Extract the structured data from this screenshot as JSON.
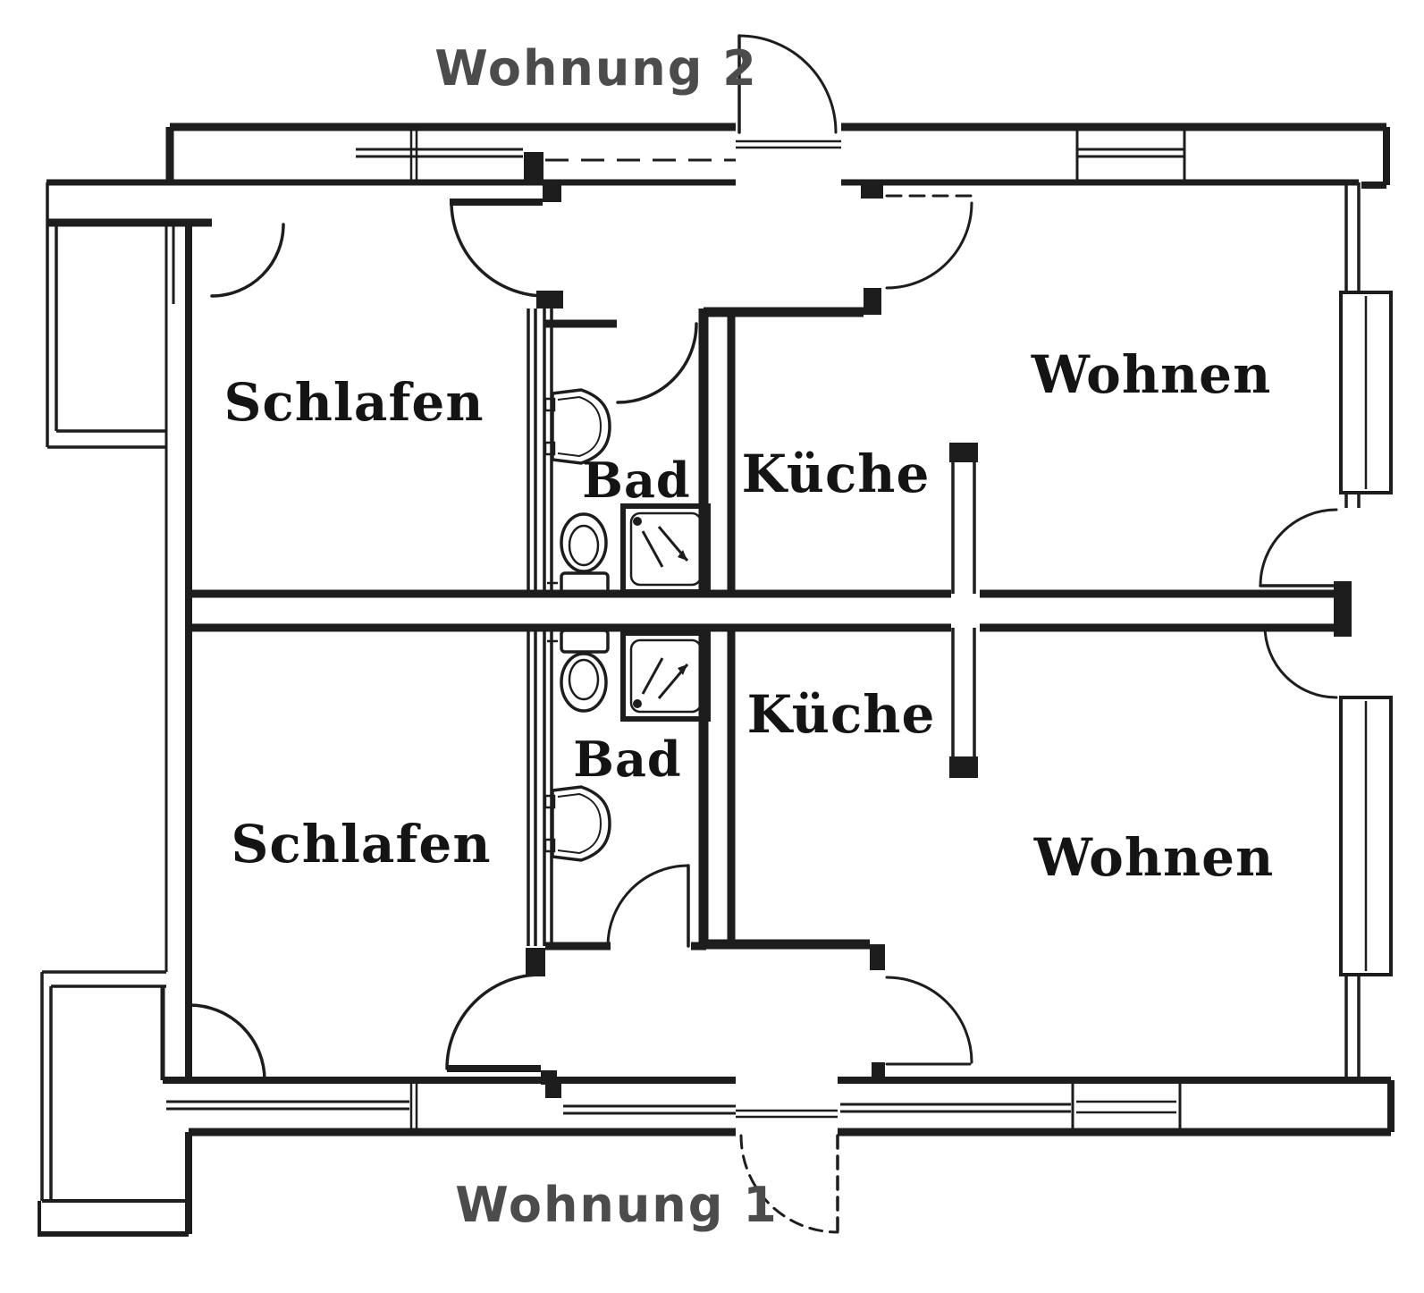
{
  "apartments": {
    "top": {
      "label": "Wohnung 2"
    },
    "bottom": {
      "label": "Wohnung 1"
    }
  },
  "rooms": {
    "top": {
      "schlafen": "Schlafen",
      "bad": "Bad",
      "kueche": "Küche",
      "wohnen": "Wohnen"
    },
    "bottom": {
      "schlafen": "Schlafen",
      "bad": "Bad",
      "kueche": "Küche",
      "wohnen": "Wohnen"
    }
  },
  "icons": {
    "sink": "washbasin-icon",
    "toilet": "wc-icon",
    "shower": "shower-icon",
    "door": "door-swing-arc"
  },
  "colors": {
    "paper": "#ffffff",
    "line": "#1d1d1d",
    "room_label": "#141414",
    "apartment_label": "#4c4c4c"
  }
}
